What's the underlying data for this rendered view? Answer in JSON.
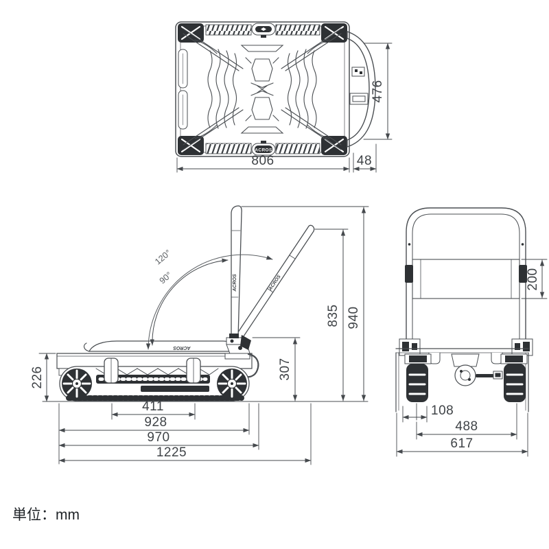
{
  "unit_note": "単位：mm",
  "brand": "ACROS",
  "top_view": {
    "dim_platform_length": "806",
    "dim_handle_protrusion": "48",
    "dim_handle_width": "476",
    "badge_text": "ACROS"
  },
  "side_view": {
    "angle_fold_max": "120°",
    "angle_fold_upright": "90°",
    "handle_label_upright": "ACROS",
    "handle_label_tilted": "ACROS",
    "handle_label_folded": "ACROS",
    "dim_deck_height": "226",
    "dim_hinge_height": "307",
    "dim_handle_height_tilted": "835",
    "dim_handle_height_upright": "940",
    "dim_suspension_span": "411",
    "dim_track_length": "928",
    "dim_body_length": "970",
    "dim_overall_length": "1225"
  },
  "rear_view": {
    "dim_grip_panel_height": "200",
    "dim_track_edge_offset": "108",
    "dim_track_center_span": "488",
    "dim_overall_width": "617"
  }
}
